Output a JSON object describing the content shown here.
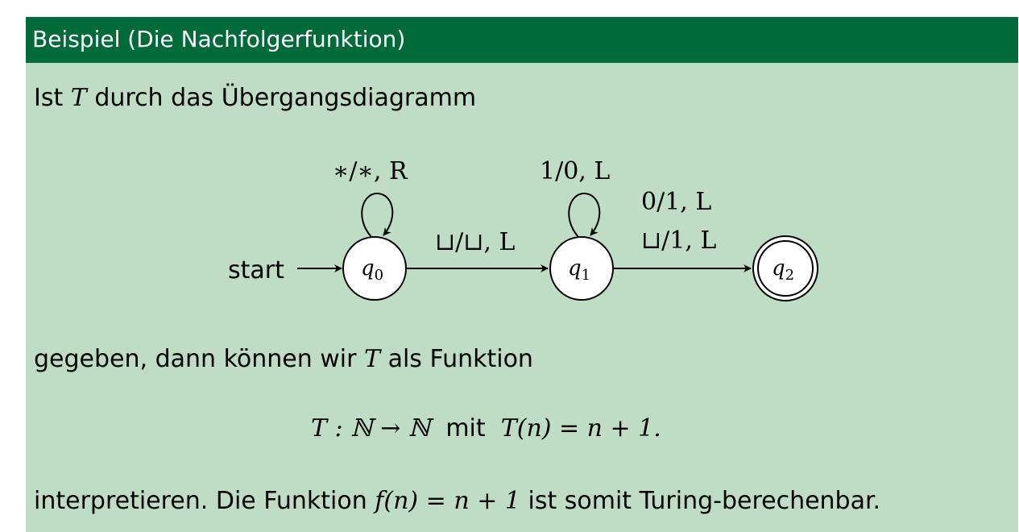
{
  "block": {
    "title": "Beispiel (Die Nachfolgerfunktion)",
    "bg_color": "#bfddc5",
    "header_color": "#006a3a"
  },
  "intro": {
    "prefix": "Ist ",
    "var": "T",
    "suffix": " durch das Übergangsdiagramm"
  },
  "diagram": {
    "start_label": "start",
    "states": [
      {
        "id": "q",
        "sub": "0",
        "accepting": false
      },
      {
        "id": "q",
        "sub": "1",
        "accepting": false
      },
      {
        "id": "q",
        "sub": "2",
        "accepting": true
      }
    ],
    "transitions": [
      {
        "from": "q0",
        "to": "q0",
        "label": "∗/∗, R"
      },
      {
        "from": "q0",
        "to": "q1",
        "label": "⊔/⊔, L"
      },
      {
        "from": "q1",
        "to": "q1",
        "label": "1/0, L"
      },
      {
        "from": "q1",
        "to": "q2",
        "label": "0/1, L"
      },
      {
        "from": "q1",
        "to": "q2",
        "label": "⊔/1, L"
      }
    ]
  },
  "middle": {
    "prefix": "gegeben, dann können wir ",
    "var": "T",
    "suffix": " als Funktion"
  },
  "formula": {
    "left": "T : ℕ → ℕ",
    "mid": "mit",
    "right": "T(n) = n + 1."
  },
  "conclusion": {
    "prefix": "interpretieren. Die Funktion ",
    "formula": "f(n) = n + 1",
    "suffix": " ist somit Turing-berechenbar."
  }
}
